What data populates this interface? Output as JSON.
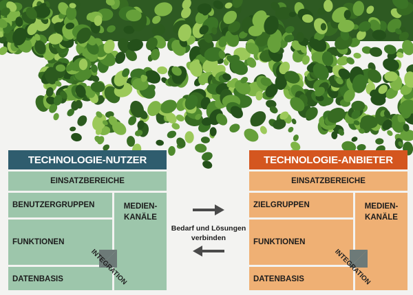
{
  "left_panel": {
    "header": "TECHNOLOGIE-NUTZER",
    "einsatz": "EINSATZBEREICHE",
    "gruppe": "BENUTZERGRUPPEN",
    "funktion": "FUNKTIONEN",
    "daten": "DATENBASIS",
    "medien_1": "MEDIEN-",
    "medien_2": "KANÄLE",
    "integration": "INTEGRATION"
  },
  "right_panel": {
    "header": "TECHNOLOGIE-ANBIETER",
    "einsatz": "EINSATZBEREICHE",
    "gruppe": "ZIELGRUPPEN",
    "funktion": "FUNKTIONEN",
    "daten": "DATENBASIS",
    "medien_1": "MEDIEN-",
    "medien_2": "KANÄLE",
    "integration": "INTEGRATION"
  },
  "connector": {
    "line_1": "Bedarf und Lösungen",
    "line_2": "verbinden"
  },
  "colors": {
    "nutzer_header": "#2f5d6e",
    "anbieter_header": "#d4561f",
    "nutzer_cell": "#96c2a6",
    "anbieter_cell": "#eeaa6a",
    "arrow": "#4a4a4a"
  },
  "icons": {
    "arrow_right": "arrow-right-icon",
    "arrow_left": "arrow-left-icon",
    "background": "ivy-foliage"
  }
}
